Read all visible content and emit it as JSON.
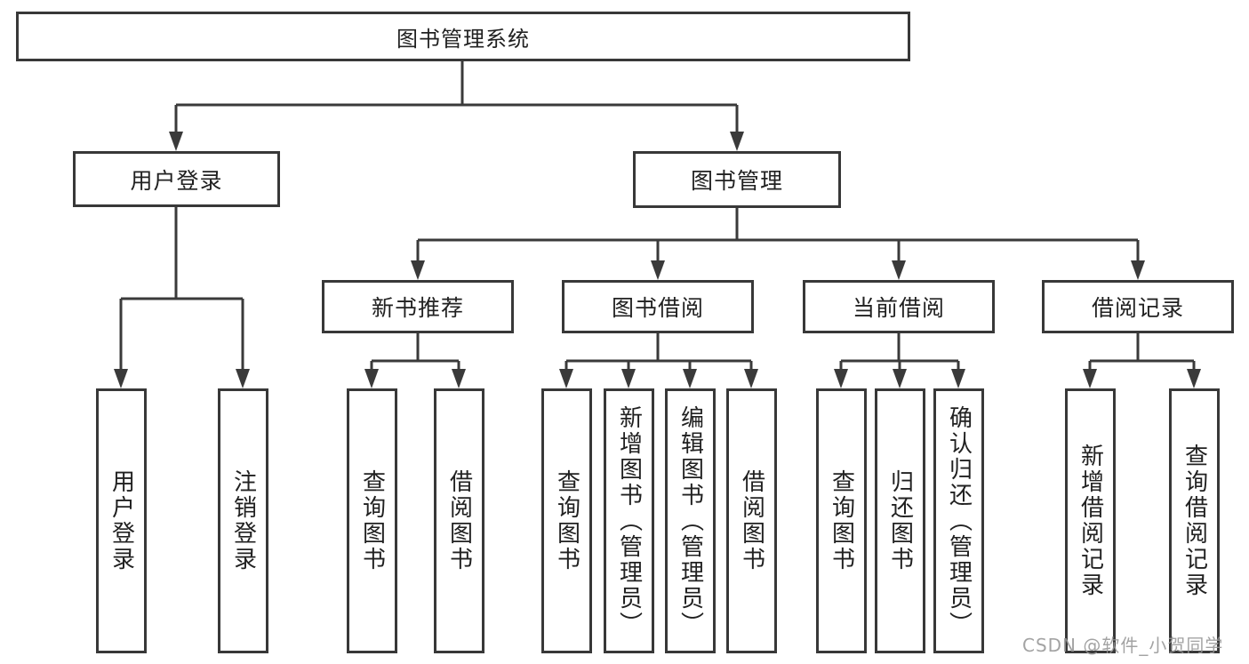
{
  "root": {
    "label": "图书管理系统"
  },
  "branches": [
    {
      "label": "用户登录",
      "children": [
        {
          "label": "用户登录"
        },
        {
          "label": "注销登录"
        }
      ]
    },
    {
      "label": "图书管理",
      "children": [
        {
          "label": "新书推荐",
          "children": [
            {
              "label": "查询图书"
            },
            {
              "label": "借阅图书"
            }
          ]
        },
        {
          "label": "图书借阅",
          "children": [
            {
              "label": "查询图书"
            },
            {
              "label": "新增图书（管理员）"
            },
            {
              "label": "编辑图书（管理员）"
            },
            {
              "label": "借阅图书"
            }
          ]
        },
        {
          "label": "当前借阅",
          "children": [
            {
              "label": "查询图书"
            },
            {
              "label": "归还图书"
            },
            {
              "label": "确认归还（管理员）"
            }
          ]
        },
        {
          "label": "借阅记录",
          "children": [
            {
              "label": "新增借阅记录"
            },
            {
              "label": "查询借阅记录"
            }
          ]
        }
      ]
    }
  ],
  "watermark": "CSDN @软件_小贺同学",
  "colors": {
    "line": "#3a3a3a",
    "box_border": "#383838",
    "text": "#212121",
    "watermark": "#969696",
    "background": "#ffffff"
  }
}
